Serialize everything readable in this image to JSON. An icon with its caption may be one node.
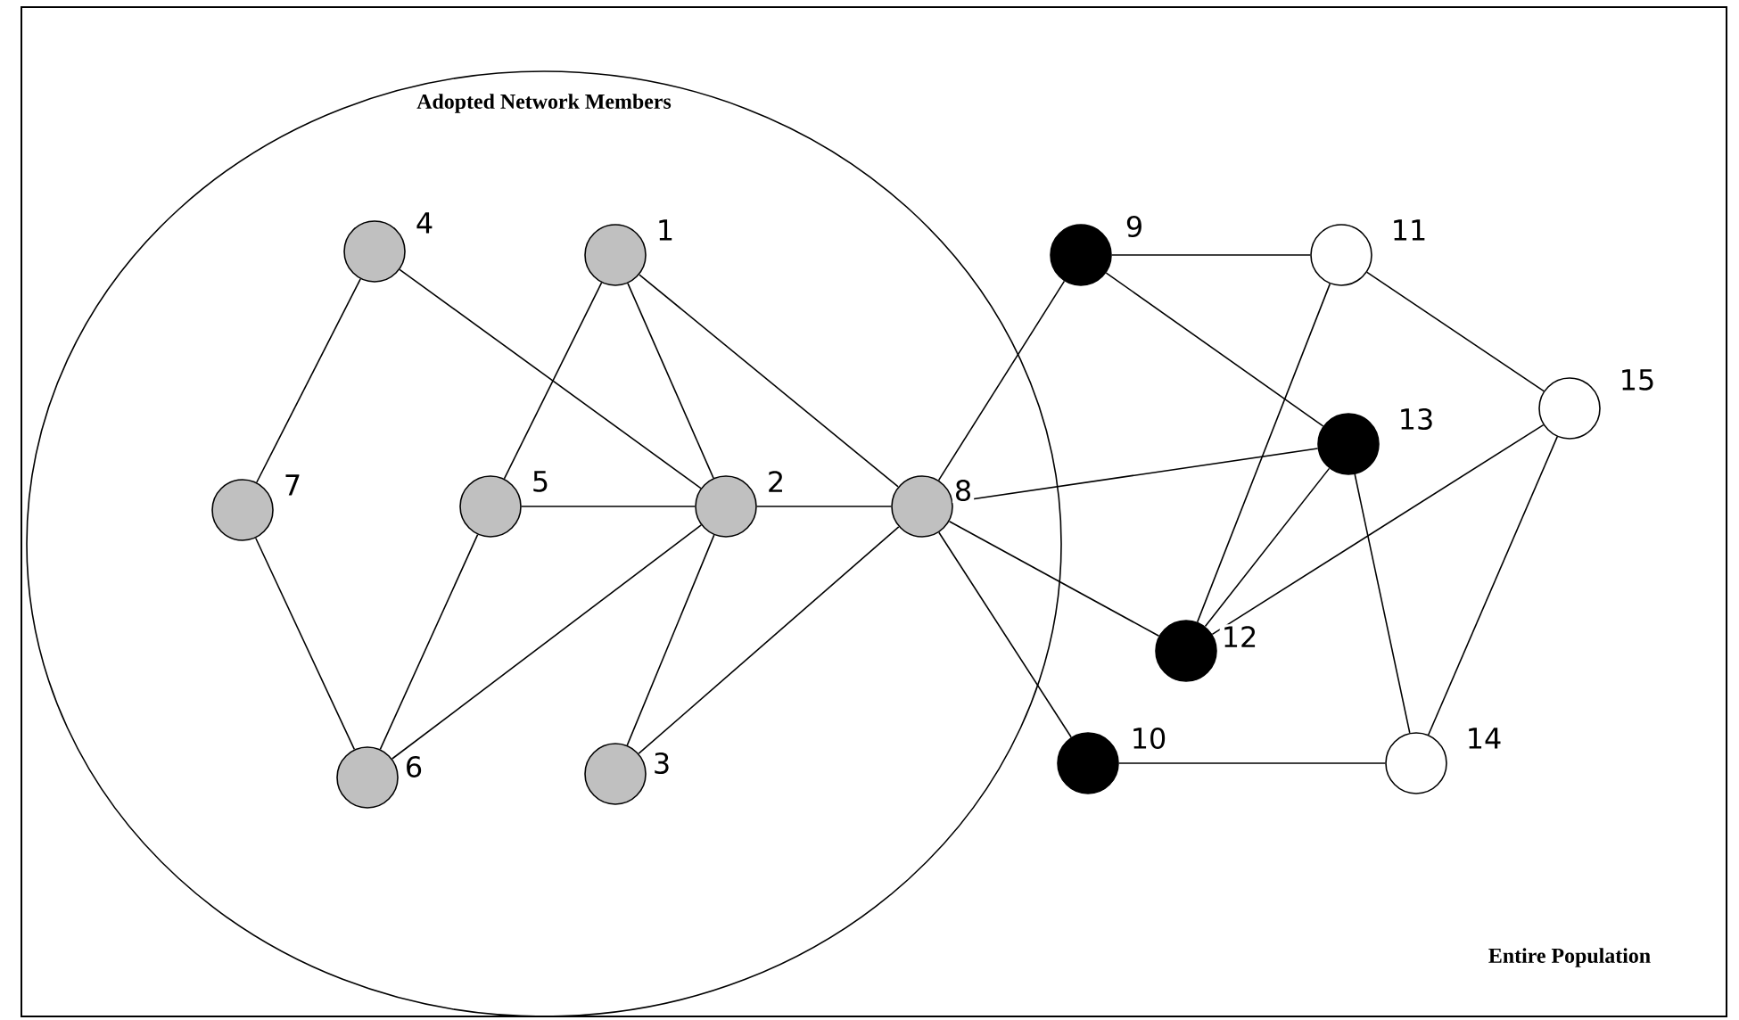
{
  "diagram": {
    "nodes": [
      {
        "text": [
          "Entire Population"
        ]
      },
      {
        "text": [
          "Adopted Network Members"
        ],
        "in": 0
      },
      {
        "text": [
          "1"
        ],
        "in": 1
      },
      {
        "text": [
          "2"
        ],
        "in": 1
      },
      {
        "text": [
          "3"
        ],
        "in": 1
      },
      {
        "text": [
          "4"
        ],
        "in": 1
      },
      {
        "text": [
          "5"
        ],
        "in": 1
      },
      {
        "text": [
          "6"
        ],
        "in": 1
      },
      {
        "text": [
          "7"
        ],
        "in": 1
      },
      {
        "text": [
          "8"
        ],
        "in": 1
      },
      {
        "text": [
          "9"
        ],
        "in": 0
      },
      {
        "text": [
          "10"
        ],
        "in": 0
      },
      {
        "text": [
          "11"
        ],
        "in": 0
      },
      {
        "text": [
          "12"
        ],
        "in": 0
      },
      {
        "text": [
          "13"
        ],
        "in": 0
      },
      {
        "text": [
          "14"
        ],
        "in": 0
      },
      {
        "text": [
          "15"
        ],
        "in": 0
      }
    ],
    "edges": [
      {
        "from": 5,
        "to": 8,
        "arrow": "none"
      },
      {
        "from": 5,
        "to": 3,
        "arrow": "none"
      },
      {
        "from": 2,
        "to": 6,
        "arrow": "none"
      },
      {
        "from": 2,
        "to": 3,
        "arrow": "none"
      },
      {
        "from": 2,
        "to": 9,
        "arrow": "none"
      },
      {
        "from": 8,
        "to": 7,
        "arrow": "none"
      },
      {
        "from": 6,
        "to": 7,
        "arrow": "none"
      },
      {
        "from": 6,
        "to": 3,
        "arrow": "none"
      },
      {
        "from": 3,
        "to": 9,
        "arrow": "none"
      },
      {
        "from": 3,
        "to": 7,
        "arrow": "none"
      },
      {
        "from": 3,
        "to": 4,
        "arrow": "none"
      },
      {
        "from": 9,
        "to": 4,
        "arrow": "none"
      },
      {
        "from": 9,
        "to": 10,
        "arrow": "none"
      },
      {
        "from": 9,
        "to": 14,
        "arrow": "none"
      },
      {
        "from": 9,
        "to": 13,
        "arrow": "none"
      },
      {
        "from": 9,
        "to": 11,
        "arrow": "none"
      },
      {
        "from": 10,
        "to": 12,
        "arrow": "none"
      },
      {
        "from": 10,
        "to": 14,
        "arrow": "none"
      },
      {
        "from": 12,
        "to": 13,
        "arrow": "none"
      },
      {
        "from": 12,
        "to": 16,
        "arrow": "none"
      },
      {
        "from": 14,
        "to": 13,
        "arrow": "none"
      },
      {
        "from": 14,
        "to": 15,
        "arrow": "none"
      },
      {
        "from": 16,
        "to": 13,
        "arrow": "none"
      },
      {
        "from": 16,
        "to": 15,
        "arrow": "none"
      },
      {
        "from": 11,
        "to": 15,
        "arrow": "none"
      }
    ]
  }
}
